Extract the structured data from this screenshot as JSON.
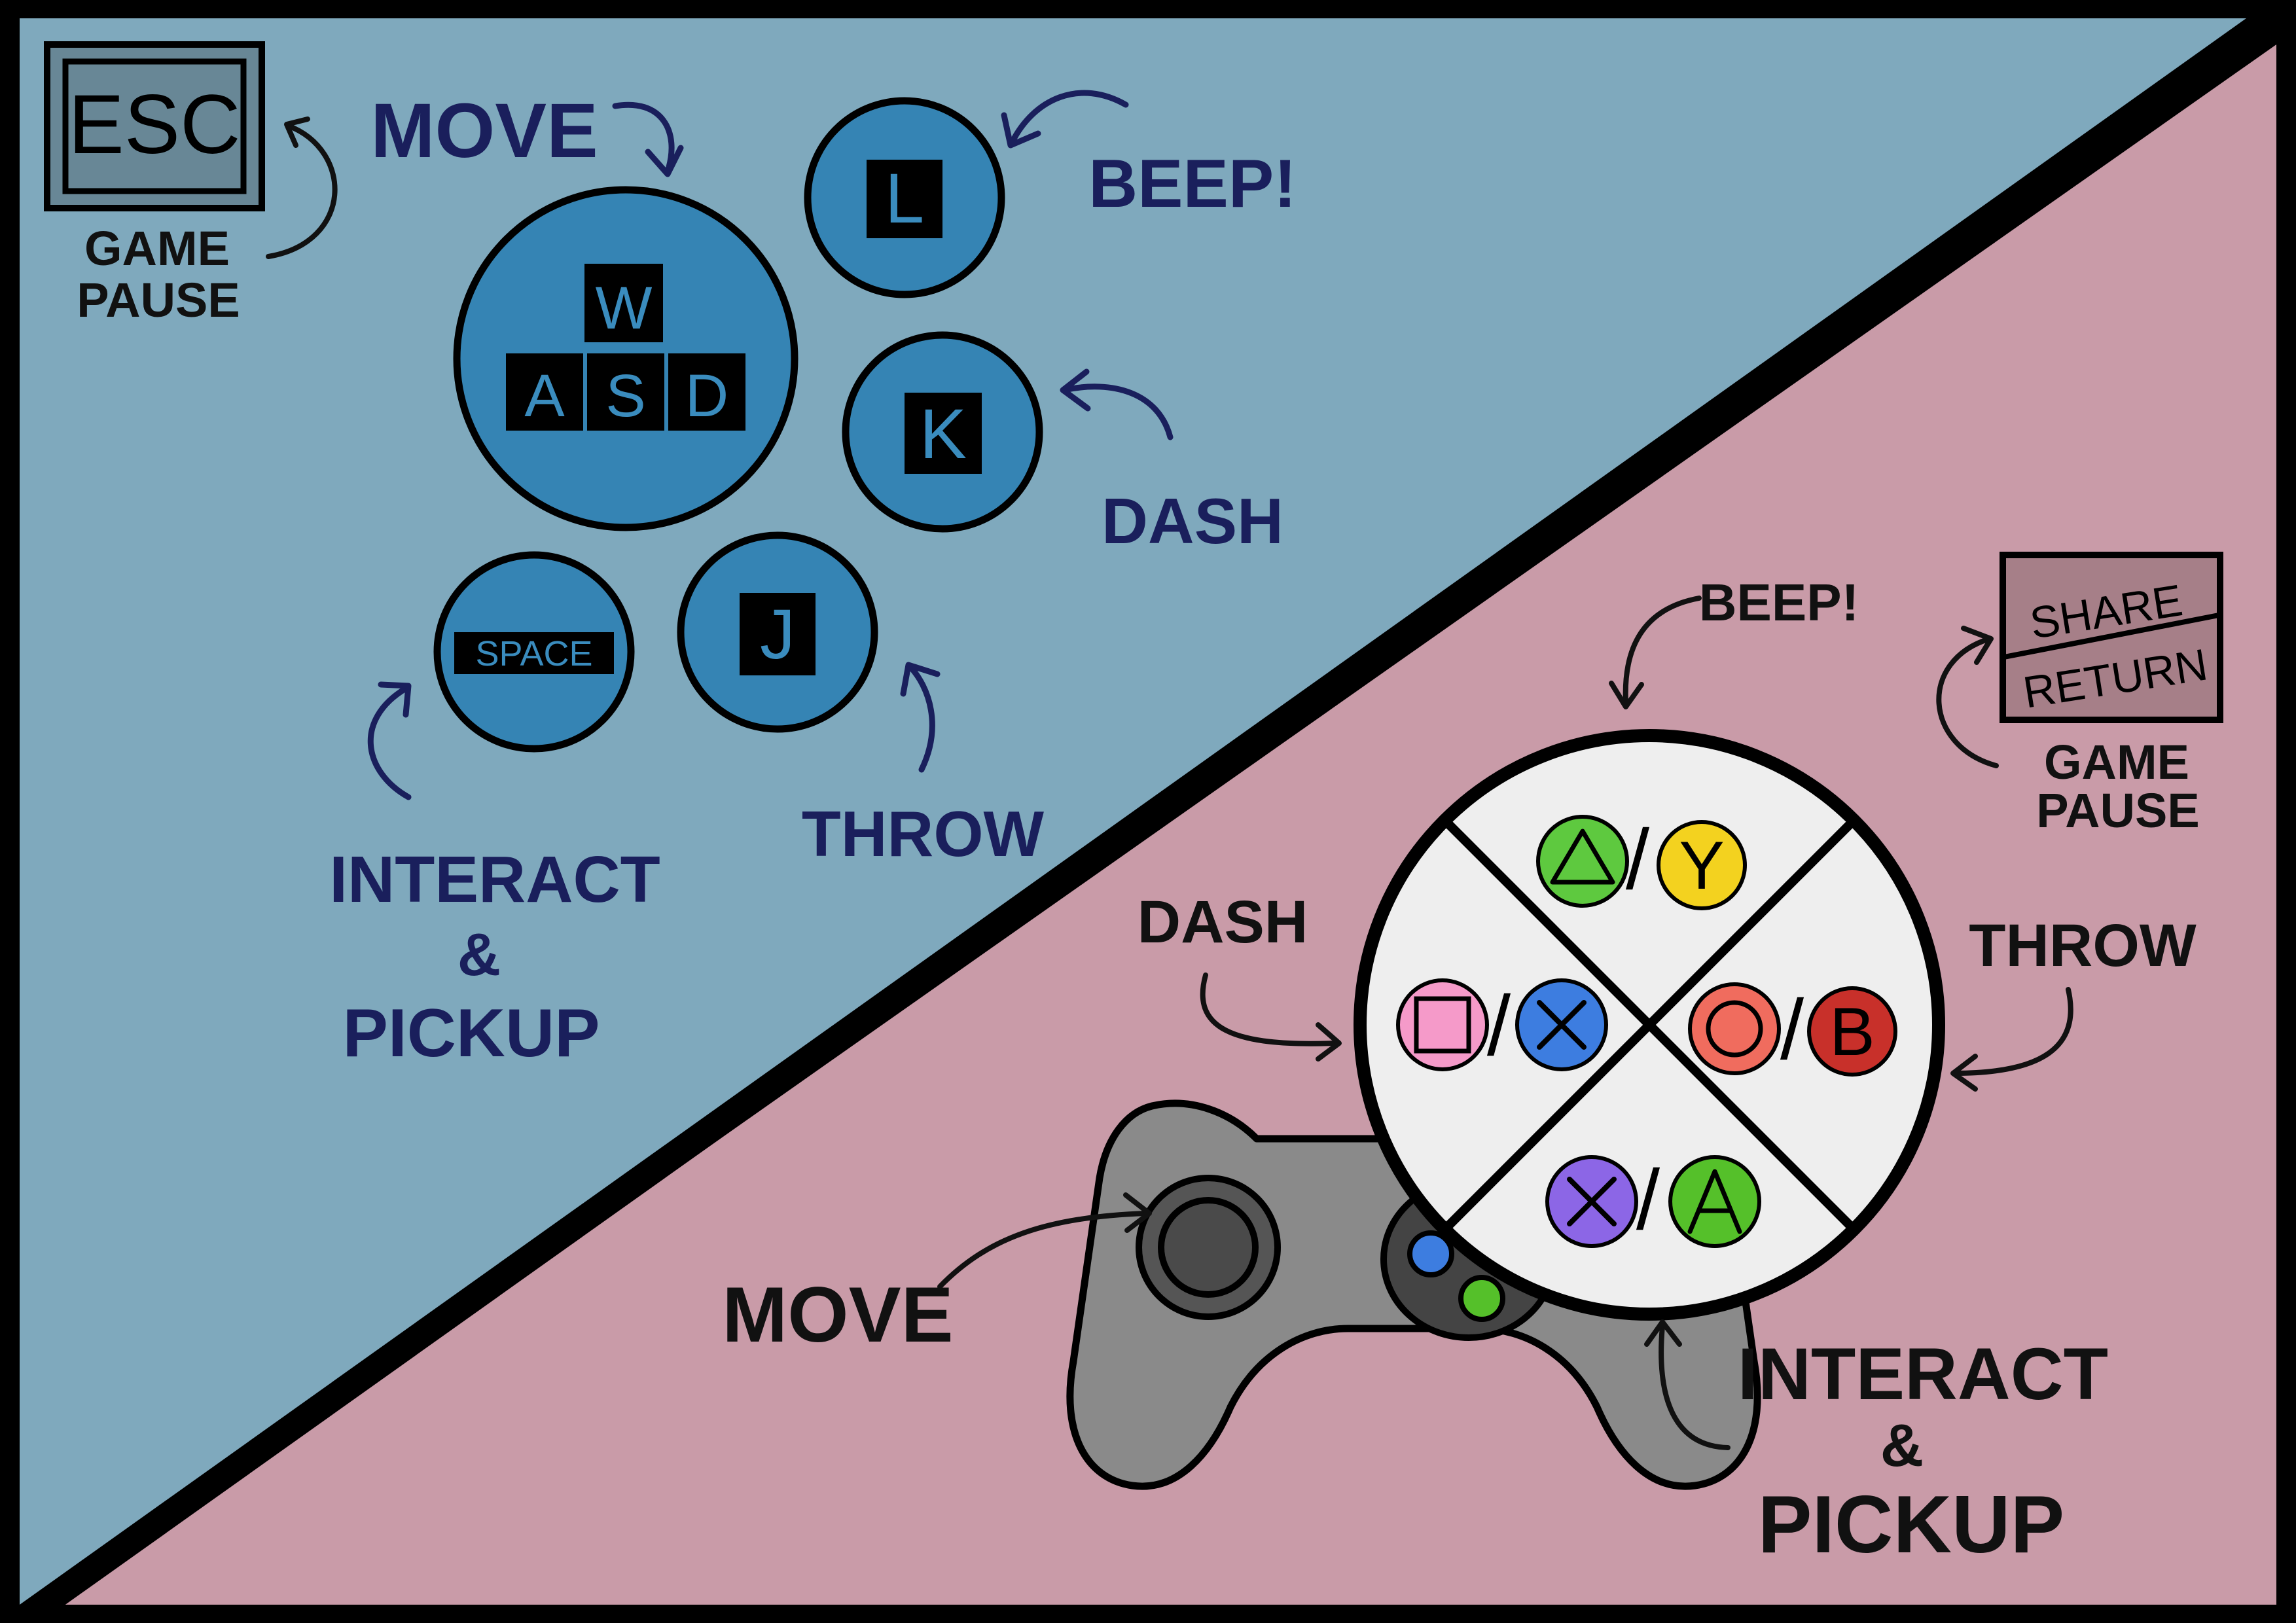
{
  "colors": {
    "frame": "#000000",
    "keyboard_panel": "#7fa9bd",
    "controller_panel": "#c99ba8",
    "key_circle": "#3584b4",
    "key_square": "#000000",
    "key_glyph": "#3a8cbe",
    "esc_box": "#688796",
    "share_box": "#a67f88",
    "hand_text_blue": "#1a1f5c",
    "hand_text_black": "#111111",
    "face_disc": "#eeeeee",
    "controller_body": "#8a8a8a",
    "controller_dark": "#444444",
    "ps_triangle": "#5ec93f",
    "xbox_y": "#f3d21f",
    "ps_square": "#f59ac9",
    "xbox_x": "#3d7de0",
    "ps_circle": "#f06c5e",
    "xbox_b": "#c8302a",
    "ps_cross": "#8c66e6",
    "xbox_a": "#55c02a"
  },
  "keyboard": {
    "esc": {
      "key": "ESC",
      "label_line1": "GAME",
      "label_line2": "PAUSE",
      "arrow_icon": "curved-arrow-icon"
    },
    "move": {
      "label": "MOVE",
      "keys": [
        "W",
        "A",
        "S",
        "D"
      ],
      "arrow_icon": "curved-arrow-icon"
    },
    "beep": {
      "key": "L",
      "label": "BEEP!",
      "arrow_icon": "curved-arrow-icon"
    },
    "dash": {
      "key": "K",
      "label": "DASH",
      "arrow_icon": "curved-arrow-icon"
    },
    "throw": {
      "key": "J",
      "label": "THROW",
      "arrow_icon": "curved-arrow-icon"
    },
    "interact": {
      "key": "SPACE",
      "label_line1": "INTERACT",
      "label_line2": "&",
      "label_line3": "PICKUP",
      "arrow_icon": "curved-arrow-icon"
    }
  },
  "controller": {
    "share": {
      "line1": "SHARE",
      "line2": "RETURN",
      "label_line1": "GAME",
      "label_line2": "PAUSE",
      "arrow_icon": "curved-arrow-icon"
    },
    "beep": {
      "label": "BEEP!",
      "ps_icon": "triangle-icon",
      "xbox": "Y",
      "arrow_icon": "curved-arrow-icon"
    },
    "dash": {
      "label": "DASH",
      "ps_icon": "square-icon",
      "xbox": "X",
      "xbox_icon": "x-cross-icon",
      "arrow_icon": "curved-arrow-icon"
    },
    "throw": {
      "label": "THROW",
      "ps_icon": "circle-icon",
      "xbox": "B",
      "arrow_icon": "curved-arrow-icon"
    },
    "interact": {
      "label_line1": "INTERACT",
      "label_line2": "&",
      "label_line3": "PICKUP",
      "ps_icon": "cross-icon",
      "xbox": "A",
      "arrow_icon": "curved-arrow-icon"
    },
    "move": {
      "label": "MOVE",
      "stick_icon": "thumbstick-icon",
      "arrow_icon": "curved-arrow-icon"
    },
    "separator": "/"
  }
}
